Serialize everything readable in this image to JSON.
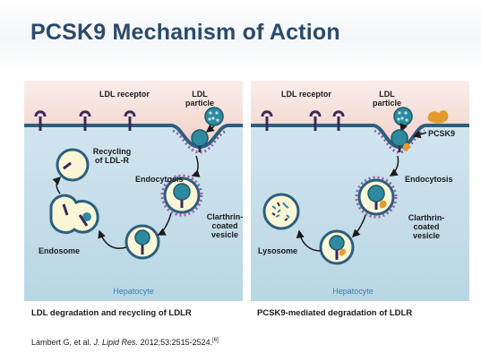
{
  "title": "PCSK9 Mechanism of Action",
  "left_panel": {
    "labels": {
      "ldl_receptor": "LDL receptor",
      "ldl_particle_1": "LDL",
      "ldl_particle_2": "particle",
      "recycling_1": "Recycling",
      "recycling_2": "of LDL-R",
      "endocytosis": "Endocytosis",
      "clathrin_1": "Clarthrin-",
      "clathrin_2": "coated",
      "clathrin_3": "vesicle",
      "endosome": "Endosome",
      "hepatocyte": "Hepatocyte"
    },
    "caption": "LDL degradation and recycling of LDLR"
  },
  "right_panel": {
    "labels": {
      "ldl_receptor": "LDL receptor",
      "ldl_particle_1": "LDL",
      "ldl_particle_2": "particle",
      "pcsk9": "PCSK9",
      "endocytosis": "Endocytosis",
      "clathrin_1": "Clarthrin-",
      "clathrin_2": "coated",
      "clathrin_3": "vesicle",
      "lysosome": "Lysosome",
      "hepatocyte": "Hepatocyte"
    },
    "caption": "PCSK9-mediated degradation of LDLR"
  },
  "reference": {
    "authors": "Lambert G, et al. ",
    "journal": "J. Lipid Res.",
    "details": " 2012;53:2515-2524.",
    "footnote": "[6]"
  },
  "colors": {
    "title": "#2c4a6b",
    "extracellular": "#f6dcd6",
    "cell": "#c8e0ea",
    "membrane": "#2c5f7e",
    "receptor": "#3a2a5c",
    "vesicle_fill": "#fbf7d6",
    "clathrin": "#9a5ea8",
    "pcsk9": "#e39a2e",
    "hepatocyte_text": "#3b7fb0"
  }
}
